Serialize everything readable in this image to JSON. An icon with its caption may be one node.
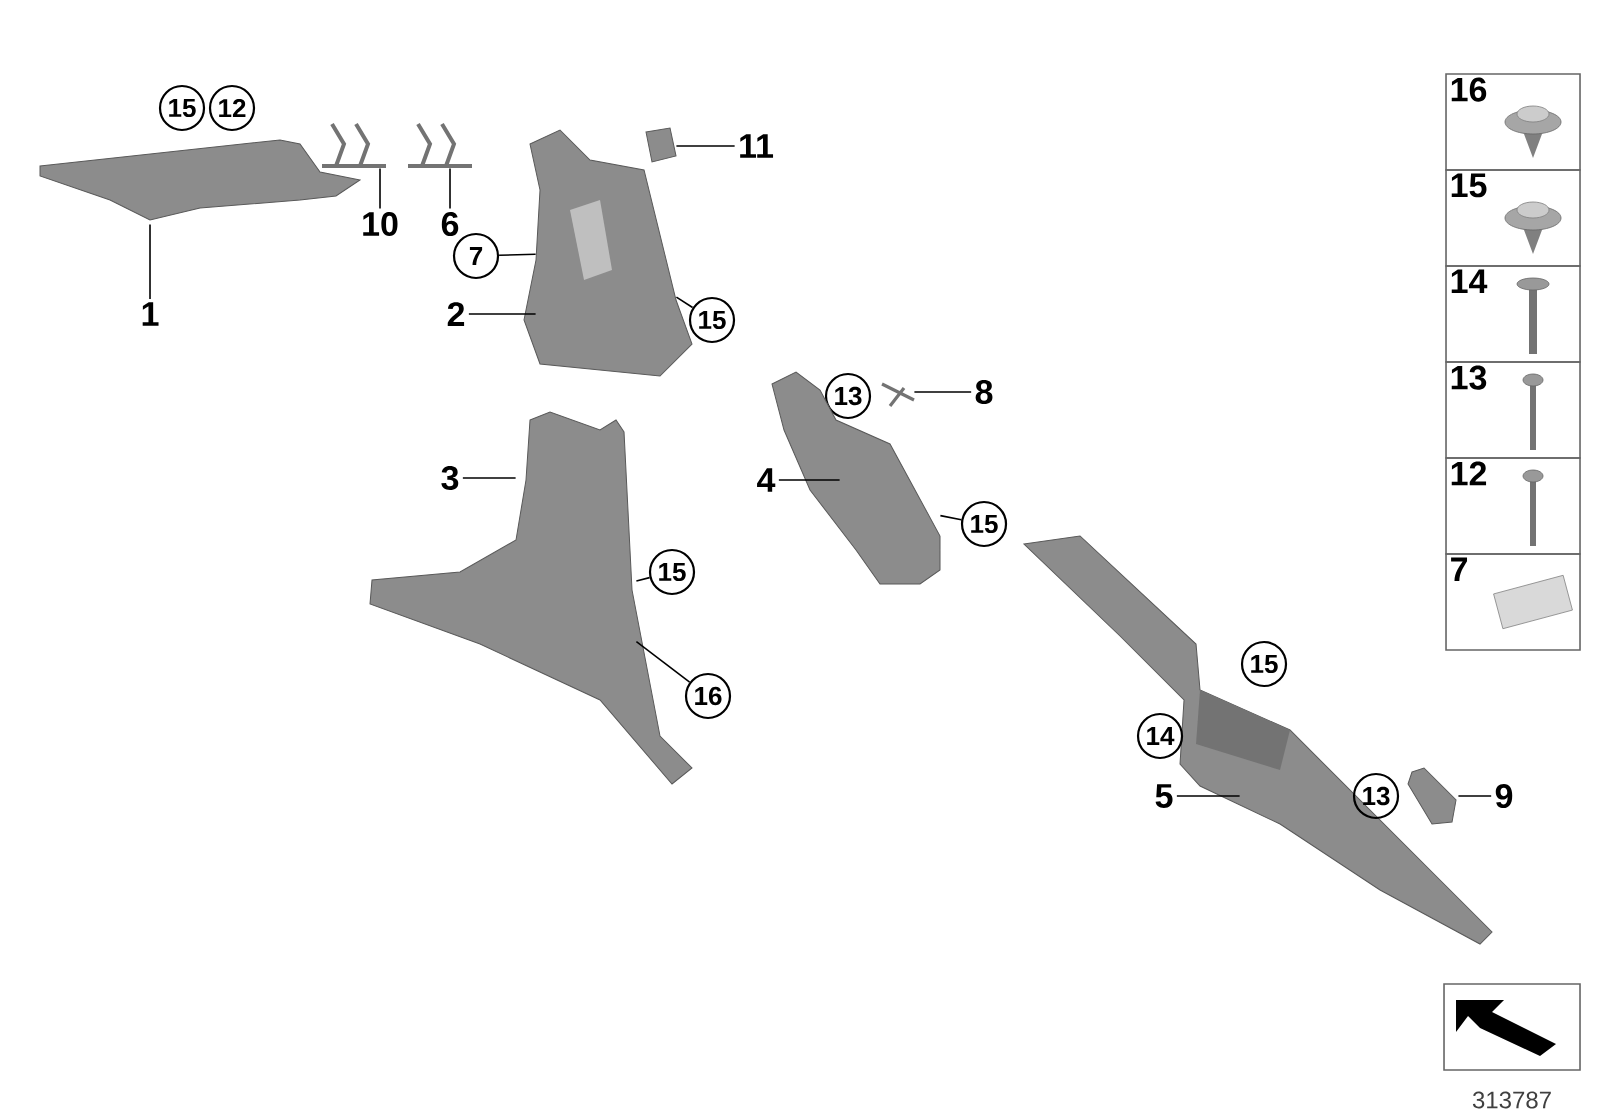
{
  "diagram": {
    "nodes": [
      {
        "text": [
          "15"
        ]
      },
      {
        "text": [
          "12"
        ]
      },
      {
        "text": [],
        "shape": "picture"
      },
      {
        "text": [],
        "shape": "picture"
      },
      {
        "text": [],
        "shape": "picture"
      },
      {
        "text": [],
        "shape": "picture"
      },
      {
        "text": [
          "11"
        ]
      },
      {
        "text": [],
        "shape": "picture"
      },
      {
        "text": [
          "7"
        ]
      },
      {
        "text": [
          "10"
        ]
      },
      {
        "text": [
          "6"
        ]
      },
      {
        "text": [
          "1"
        ]
      },
      {
        "text": [
          "2"
        ]
      },
      {
        "text": [
          "15"
        ]
      },
      {
        "text": [
          "13"
        ]
      },
      {
        "text": [],
        "shape": "picture"
      },
      {
        "text": [
          "8"
        ]
      },
      {
        "text": [],
        "shape": "picture"
      },
      {
        "text": [
          "3"
        ]
      },
      {
        "text": [],
        "shape": "picture"
      },
      {
        "text": [
          "4"
        ]
      },
      {
        "text": [
          "15"
        ]
      },
      {
        "text": [
          "15"
        ]
      },
      {
        "text": [
          "16"
        ]
      },
      {
        "text": [],
        "shape": "picture"
      },
      {
        "text": [
          "15"
        ]
      },
      {
        "text": [
          "14"
        ]
      },
      {
        "text": [
          "5"
        ]
      },
      {
        "text": [
          "13"
        ]
      },
      {
        "text": [],
        "shape": "picture"
      },
      {
        "text": [
          "9"
        ]
      },
      {
        "text": [
          "16"
        ]
      },
      {
        "text": [
          "15"
        ]
      },
      {
        "text": [
          "14"
        ]
      },
      {
        "text": [
          "13"
        ]
      },
      {
        "text": [
          "12"
        ]
      },
      {
        "text": [
          "7"
        ]
      }
    ],
    "edges": [
      {
        "from": 11,
        "to": 2,
        "arrow": "none"
      },
      {
        "from": 9,
        "to": 3,
        "arrow": "none"
      },
      {
        "from": 10,
        "to": 4,
        "arrow": "none"
      },
      {
        "from": 6,
        "to": 5,
        "arrow": "none"
      },
      {
        "from": 8,
        "to": 7,
        "arrow": "none"
      },
      {
        "from": 12,
        "to": 7,
        "arrow": "none"
      },
      {
        "from": 13,
        "to": 7,
        "arrow": "none"
      },
      {
        "from": 16,
        "to": 15,
        "arrow": "none"
      },
      {
        "from": 18,
        "to": 17,
        "arrow": "none"
      },
      {
        "from": 22,
        "to": 17,
        "arrow": "none"
      },
      {
        "from": 23,
        "to": 17,
        "arrow": "none"
      },
      {
        "from": 20,
        "to": 19,
        "arrow": "none"
      },
      {
        "from": 21,
        "to": 19,
        "arrow": "none"
      },
      {
        "from": 27,
        "to": 24,
        "arrow": "none"
      },
      {
        "from": 30,
        "to": 29,
        "arrow": "none"
      }
    ],
    "labels": [
      "313787"
    ]
  }
}
